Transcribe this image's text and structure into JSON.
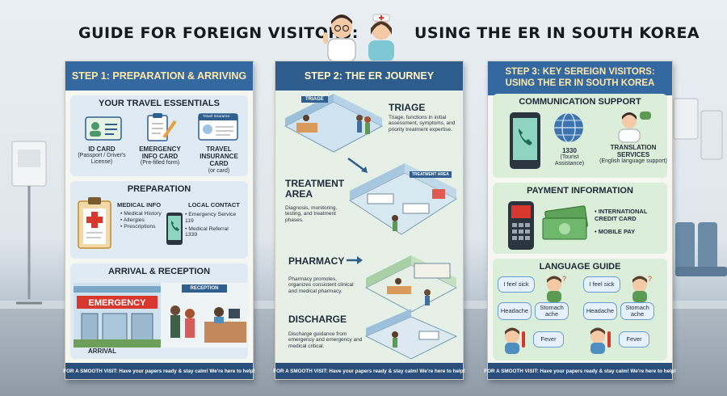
{
  "title_left": "GUIDE FOR FOREIGN VISITORS:",
  "title_right": "USING THE ER IN SOUTH KOREA",
  "panel1": {
    "header": "STEP 1: PREPARATION & ARRIVING",
    "essentials": {
      "title": "YOUR TRAVEL ESSENTIALS",
      "id_card": {
        "label": "ID CARD",
        "note": "(Passport / Driver's License)"
      },
      "emergency_card": {
        "label": "EMERGENCY INFO CARD",
        "note": "(Pre-filled form)"
      },
      "insurance": {
        "label": "TRAVEL INSURANCE CARD",
        "note": "(or card)",
        "card_text": "Travel Insurance"
      }
    },
    "preparation": {
      "title": "PREPARATION",
      "medical_title": "MEDICAL INFO",
      "medical_items": [
        "• Medical History",
        "• Allergies",
        "• Prescriptions"
      ],
      "contact_title": "LOCAL CONTACT",
      "contact_items": [
        "• Emergency Service 119",
        "• Medical Referral 1339"
      ]
    },
    "arrival": {
      "title": "ARRIVAL & RECEPTION",
      "emergency_sign": "EMERGENCY",
      "reception_sign": "RECEPTION",
      "arrival_label": "ARRIVAL"
    },
    "footer": "FOR A SMOOTH VISIT: Have your papers ready & stay calm! We're here to help!"
  },
  "panel2": {
    "header": "STEP 2: THE ER JOURNEY",
    "triage": {
      "title": "TRIAGE",
      "desc": "Triage, functions in initial assessment, symptoms, and priority treatment expertise.",
      "sign": "TRIAGE"
    },
    "treatment": {
      "title": "TREATMENT AREA",
      "desc": "Diagnosis, monitoring, testing, and treatment phases.",
      "sign": "TREATMENT AREA"
    },
    "pharmacy": {
      "title": "PHARMACY",
      "desc": "Pharmacy promotes, organizes consistent clinical and medical pharmacy."
    },
    "discharge": {
      "title": "DISCHARGE",
      "desc": "Discharge guidance from emergency and emergency and medical critical."
    },
    "footer": "FOR A SMOOTH VISIT: Have your papers ready & stay calm! We're here to help!"
  },
  "panel3": {
    "header": "STEP 3: KEY SEREIGN VISITORS: USING THE ER IN SOUTH KOREA",
    "communication": {
      "title": "COMMUNICATION SUPPORT",
      "hotline": "1330",
      "hotline_note": "(Tourist Assistance)",
      "translation": "TRANSLATION SERVICES",
      "translation_note": "(English language support)"
    },
    "payment": {
      "title": "PAYMENT INFORMATION",
      "items": [
        "• INTERNATIONAL CREDIT CARD",
        "• MOBILE PAY"
      ]
    },
    "language": {
      "title": "LANGUAGE GUIDE",
      "phrases": [
        "I feel sick",
        "Headache",
        "Stomach ache",
        "Fever"
      ]
    },
    "footer": "FOR A SMOOTH VISIT: Have your papers ready & stay calm! We're here to help!"
  },
  "colors": {
    "header_blue": "#3468a0",
    "footer_blue": "#294f7a",
    "section_blue": "#dfeaf2",
    "section_green": "#dbeed9",
    "emergency_red": "#d8372e"
  },
  "icons": [
    "id-card-icon",
    "clipboard-pen-icon",
    "insurance-card-icon",
    "medical-clipboard-icon",
    "smartphone-icon",
    "hospital-entrance-icon",
    "reception-desk-icon",
    "triage-room-icon",
    "treatment-room-icon",
    "pharmacy-room-icon",
    "discharge-room-icon",
    "phone-icon",
    "globe-icon",
    "doctor-icon",
    "card-terminal-icon",
    "cash-icon",
    "patient-icon",
    "thermometer-icon"
  ]
}
